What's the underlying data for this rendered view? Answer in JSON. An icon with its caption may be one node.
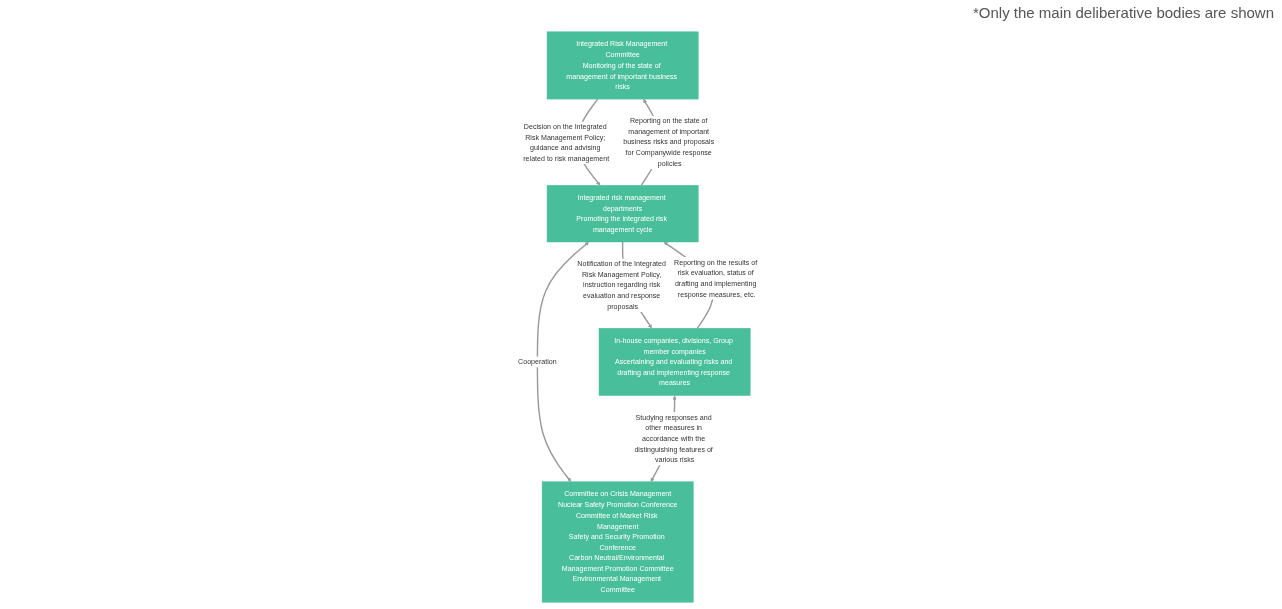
{
  "diagram": {
    "nodes": [
      {
        "text": [
          "Integrated Risk Management Committee",
          "Monitoring of the state of management of important business risks"
        ]
      },
      {
        "text": [
          "Integrated risk management departments",
          "Promoting the integrated risk management cycle"
        ]
      },
      {
        "text": [
          "In-house companies, divisions, Group member companies",
          "Ascertaining and evaluating risks and drafting and implementing response measures"
        ]
      },
      {
        "text": [
          "Committee on Crisis Management",
          "Nuclear Safety Promotion Conference",
          "Committee of Market Risk Management",
          "Safety and Security Promotion Conference",
          "Carbon Neutral/Environmental Management Promotion Committee",
          "Environmental Management Committee"
        ]
      }
    ],
    "edges": [
      {
        "from": 0,
        "to": 1,
        "arrow": "to",
        "label": "Decision on the Integrated Risk Management Policy; guidance and advising related to risk management"
      },
      {
        "from": 1,
        "to": 0,
        "arrow": "to",
        "label": "Reporting on the state of management of important business risks and proposals for Companywide response policies"
      },
      {
        "from": 1,
        "to": 2,
        "arrow": "to",
        "label": "Notification of the Integrated Risk Management Policy, instruction regarding risk evaluation and response proposals"
      },
      {
        "from": 2,
        "to": 1,
        "arrow": "to",
        "label": "Reporting on the results of risk evaluation, status of drafting and implementing response measures, etc."
      },
      {
        "from": 1,
        "to": 3,
        "arrow": "both",
        "label": "Cooperation"
      },
      {
        "from": 2,
        "to": 3,
        "arrow": "both",
        "label": "Studying responses and other measures in accordance with the distinguishing features of various risks"
      }
    ],
    "labels": [
      "*Only the main deliberative bodies are shown"
    ]
  }
}
